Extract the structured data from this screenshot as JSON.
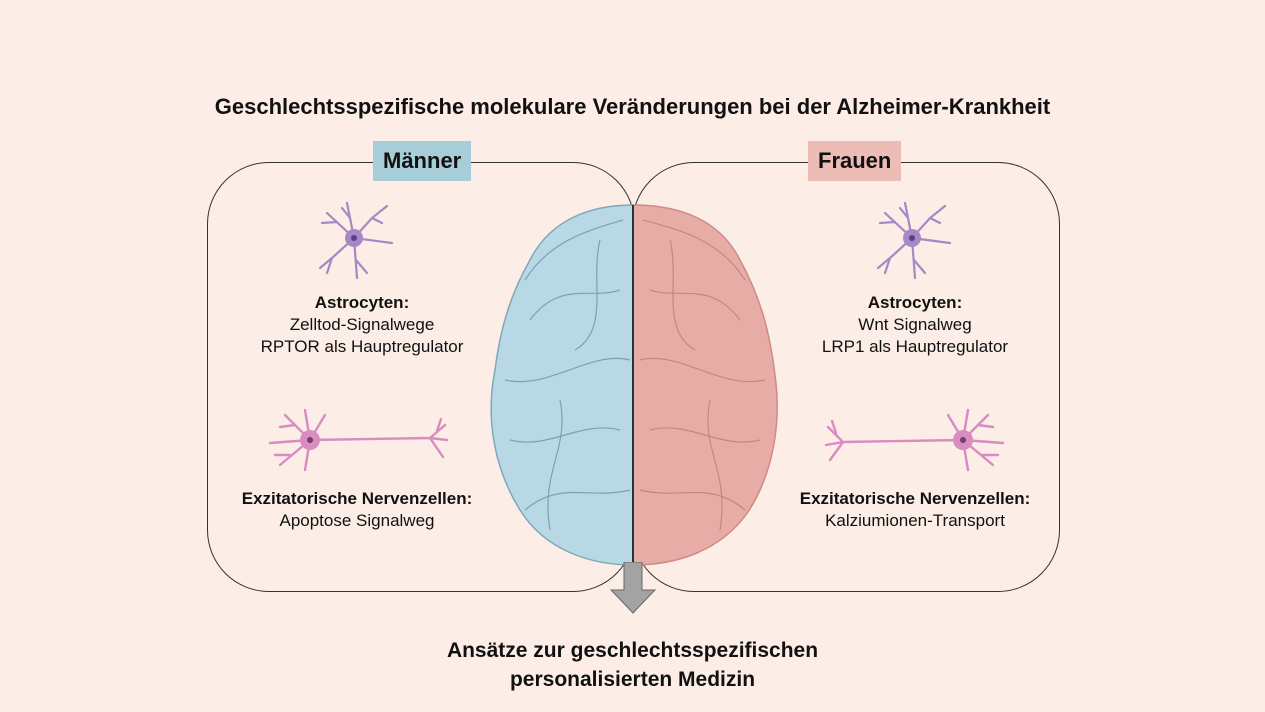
{
  "title": "Geschlechtsspezifische molekulare Veränderungen bei der Alzheimer-Krankheit",
  "men": {
    "label": "Männer",
    "astrocytes": {
      "heading": "Astrocyten:",
      "line1": "Zelltod-Signalwege",
      "line2": "RPTOR als Hauptregulator"
    },
    "neurons": {
      "heading": "Exzitatorische Nervenzellen:",
      "line1": "Apoptose Signalweg"
    }
  },
  "women": {
    "label": "Frauen",
    "astrocytes": {
      "heading": "Astrocyten:",
      "line1": "Wnt Signalweg",
      "line2": "LRP1 als Hauptregulator"
    },
    "neurons": {
      "heading": "Exzitatorische Nervenzellen:",
      "line1": "Kalziumionen-Transport"
    }
  },
  "conclusion": {
    "line1": "Ansätze zur geschlechtsspezifischen",
    "line2": "personalisierten Medizin"
  },
  "colors": {
    "background": "#fcede7",
    "men": "#a7cdd9",
    "women": "#ecbcb5",
    "brain_left": "#b9d8e6",
    "brain_right": "#e8aca6",
    "cell": "#a787c4"
  }
}
